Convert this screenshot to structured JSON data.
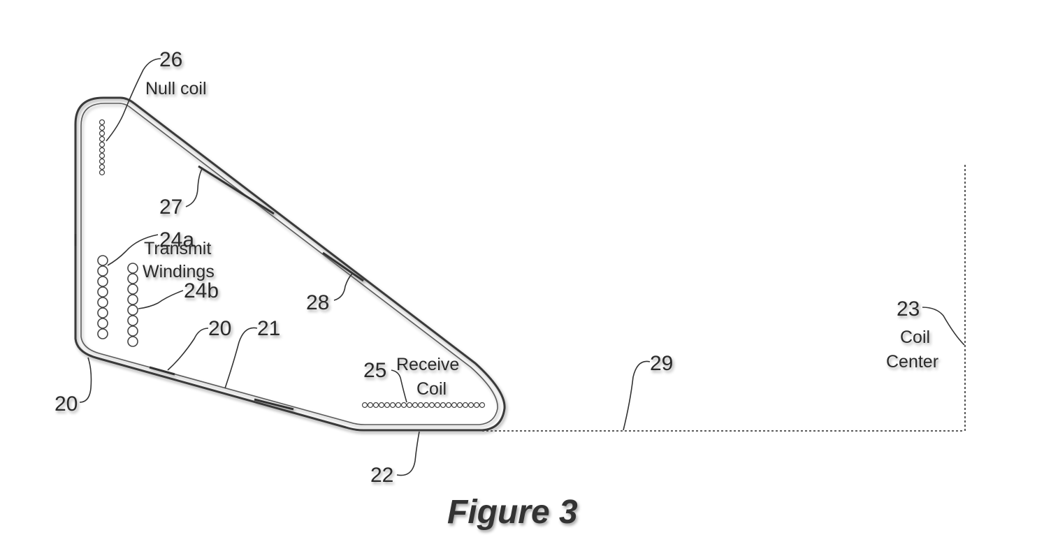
{
  "labels": {
    "ref_26": "26",
    "null_coil": "Null coil",
    "ref_27": "27",
    "ref_24a": "24a",
    "transmit_line1": "Transmit",
    "transmit_line2": "Windings",
    "ref_24b": "24b",
    "ref_28": "28",
    "ref_20_top": "20",
    "ref_21": "21",
    "ref_20_left": "20",
    "ref_25": "25",
    "receive_line1": "Receive",
    "receive_line2": "Coil",
    "ref_22": "22",
    "ref_29": "29",
    "ref_23": "23",
    "coil_center_line1": "Coil",
    "coil_center_line2": "Center"
  },
  "caption": "Figure 3"
}
